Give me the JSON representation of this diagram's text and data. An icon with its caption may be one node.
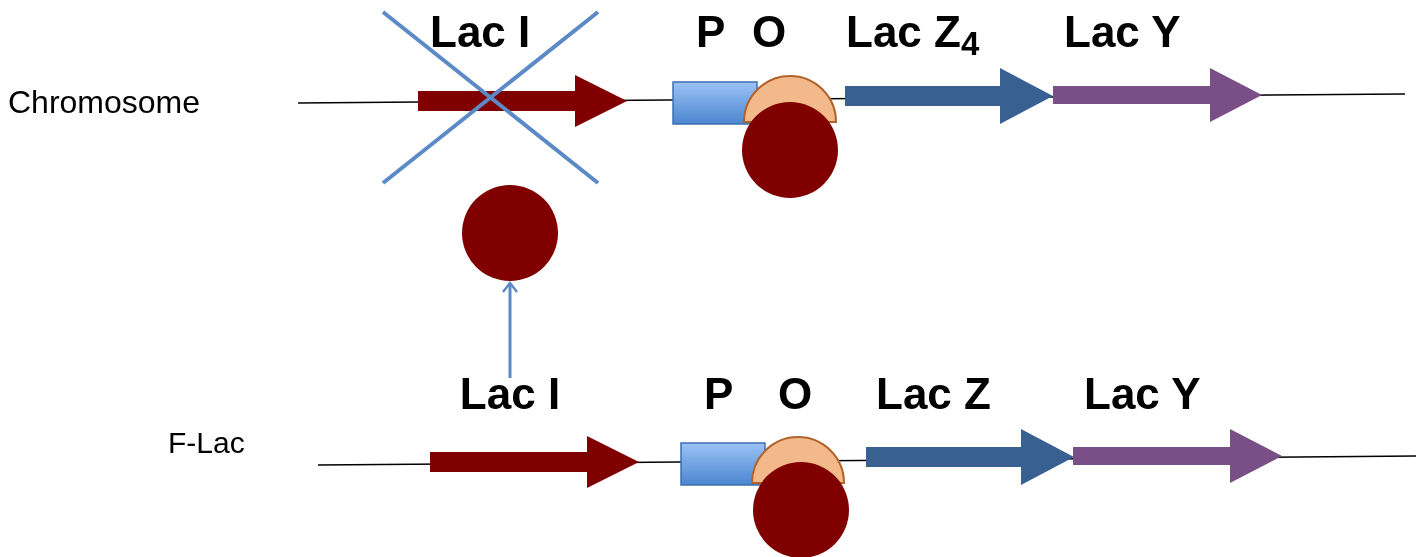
{
  "diagram": {
    "nodes": [
      {
        "text": [],
        "shape": "circle"
      },
      {
        "text": [],
        "shape": "circle"
      },
      {
        "text": [
          "Lac I"
        ]
      },
      {
        "text": [],
        "shape": "circle"
      }
    ],
    "edges": [
      {
        "from": 2,
        "to": 1,
        "arrow": "to"
      }
    ],
    "labels": [
      "Lac I",
      "P",
      "O",
      "Lac Z$_{4}$",
      "Lac Y",
      "Chromosome",
      "P",
      "O",
      "Lac Z",
      "Lac Y",
      "F-Lac"
    ]
  }
}
